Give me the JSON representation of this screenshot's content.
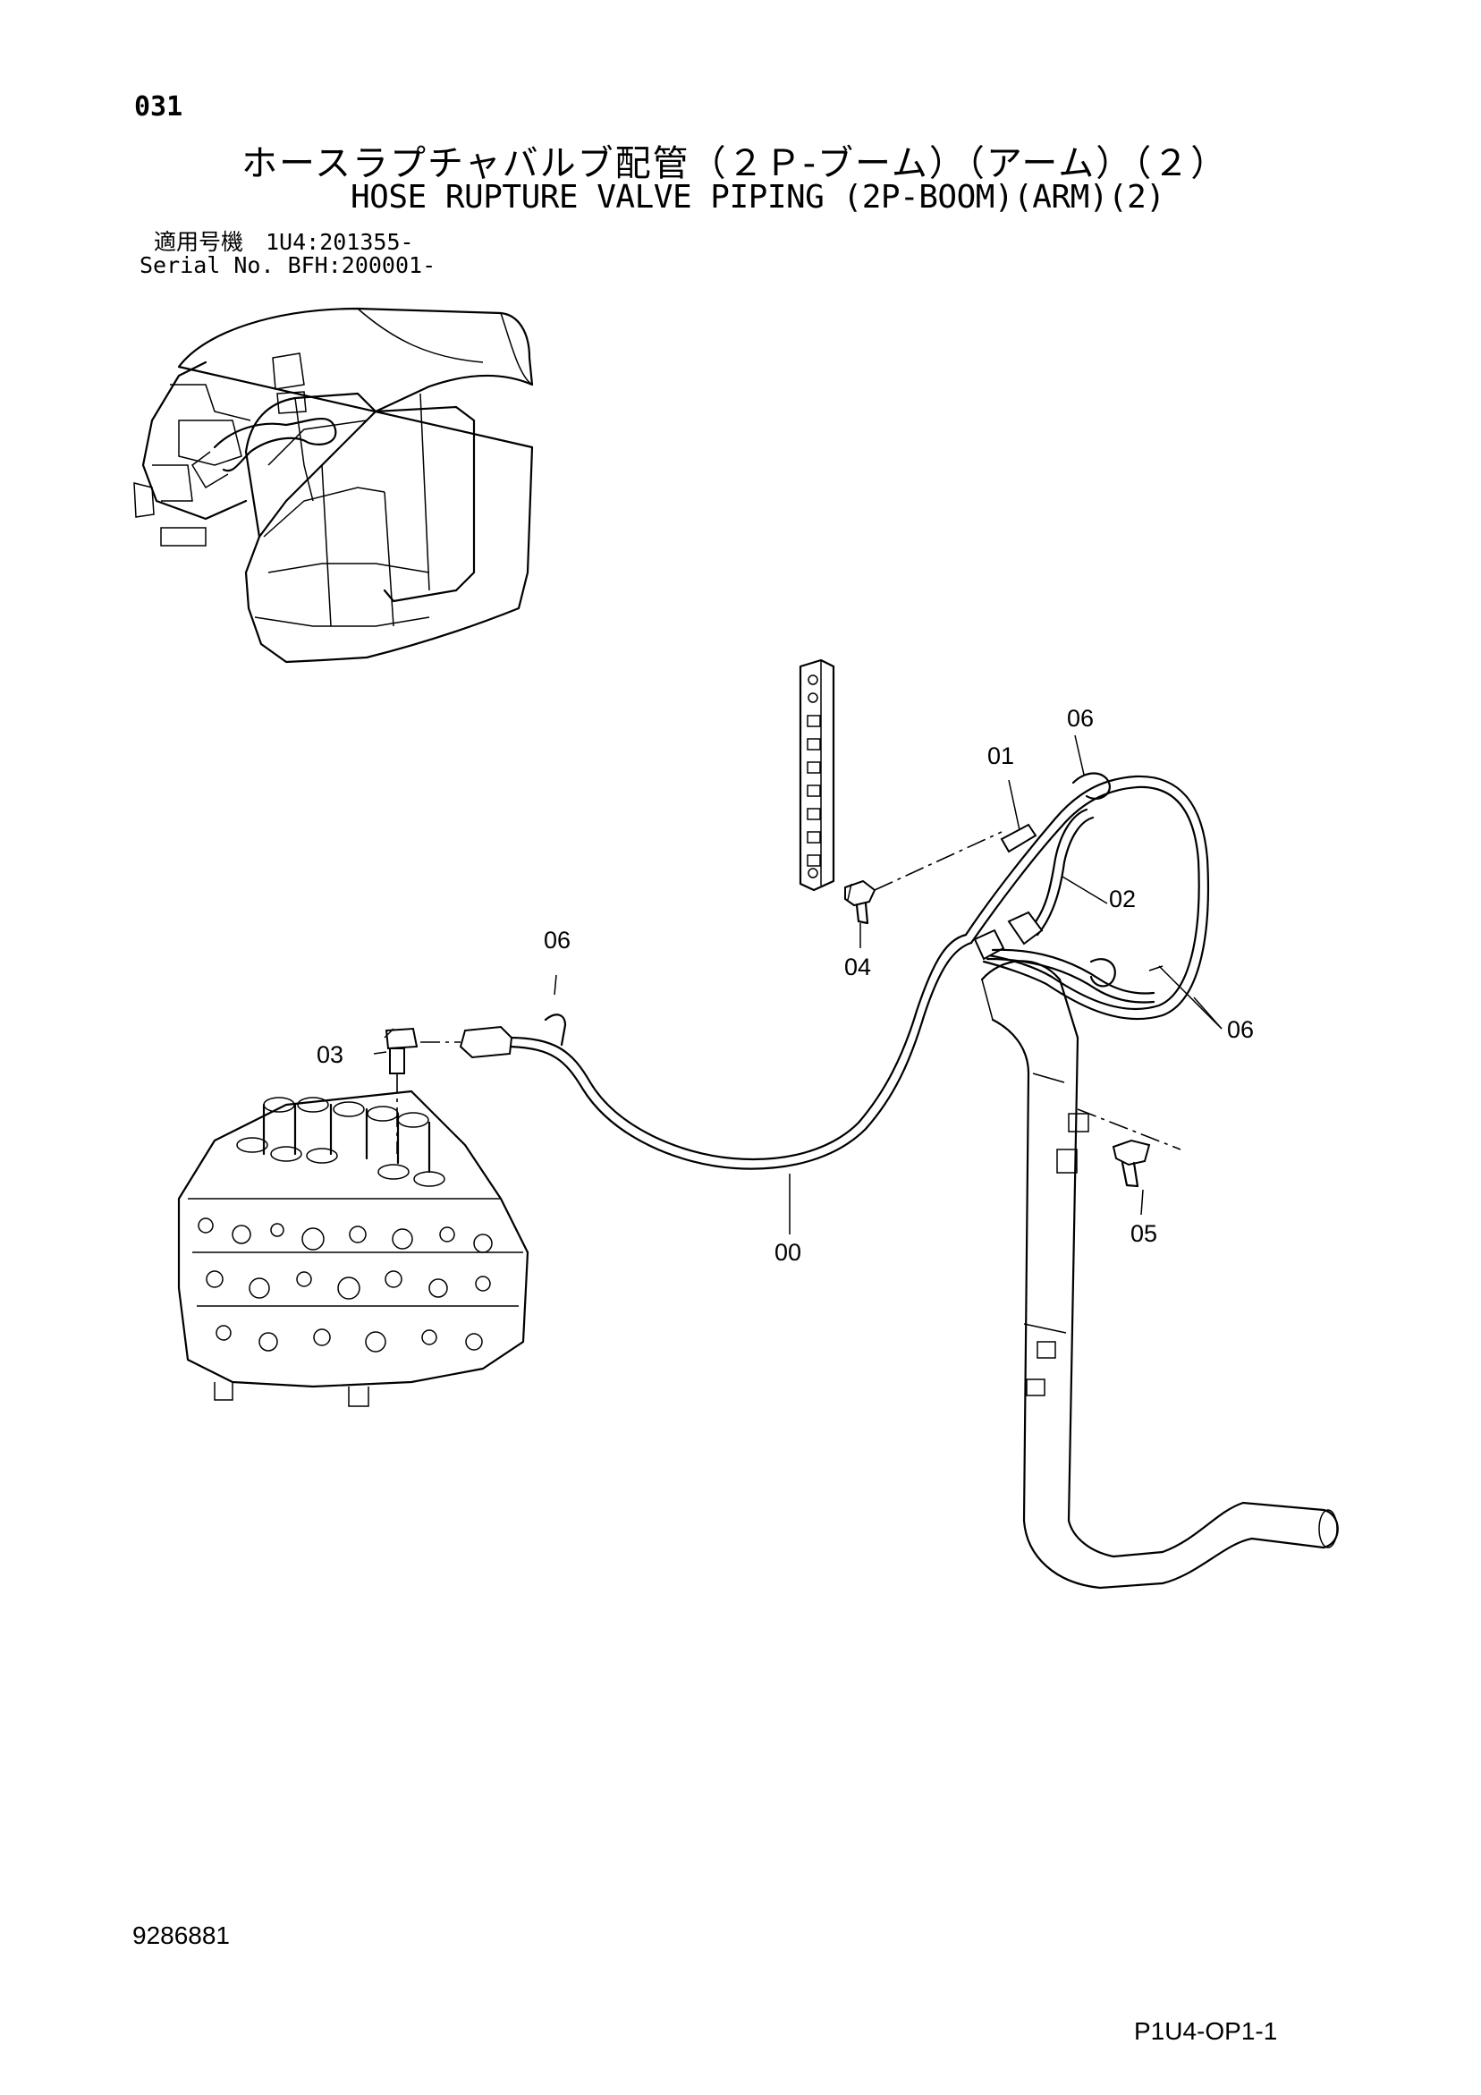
{
  "header": {
    "page_number": "031",
    "title_jp": "ホースラプチャバルブ配管（２Ｐ-ブーム）（アーム）（２）",
    "title_en": "HOSE RUPTURE VALVE PIPING (2P-BOOM)(ARM)(2)",
    "serial_line_1": "適用号機　1U4:201355-",
    "serial_line_2": "Serial No. BFH:200001-"
  },
  "callouts": {
    "c00": "00",
    "c01": "01",
    "c02": "02",
    "c03": "03",
    "c04": "04",
    "c05": "05",
    "c06_top": "06",
    "c06_left": "06",
    "c06_right": "06"
  },
  "footer": {
    "doc_number": "9286881",
    "page_code": "P1U4-OP1-1"
  }
}
